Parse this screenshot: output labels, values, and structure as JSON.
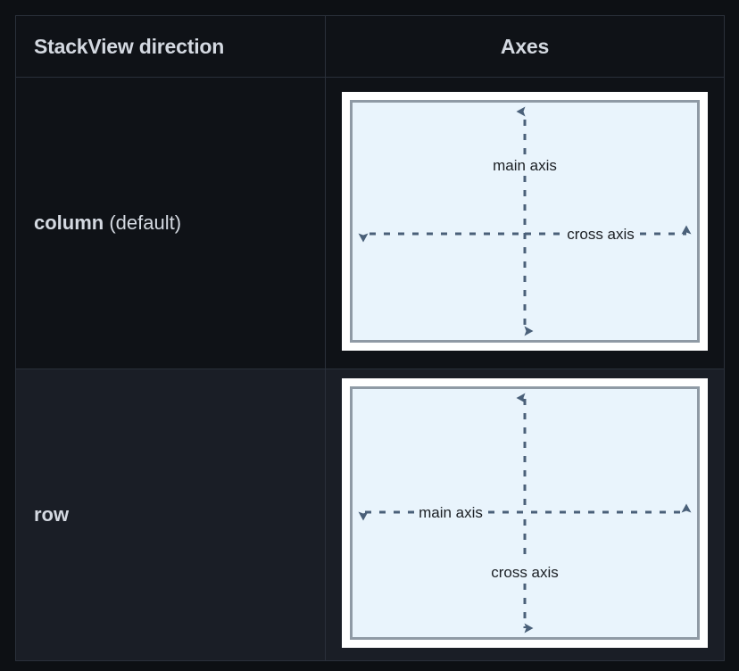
{
  "table": {
    "headers": [
      {
        "label": "StackView direction",
        "name": "header-stackview-direction"
      },
      {
        "label": "Axes",
        "name": "header-axes"
      }
    ],
    "rows": [
      {
        "direction_strong": "column",
        "direction_note": " (default)",
        "diagram": {
          "main_axis_label": "main axis",
          "cross_axis_label": "cross axis",
          "main_axis_orientation": "vertical",
          "cross_axis_orientation": "horizontal"
        }
      },
      {
        "direction_strong": "row",
        "direction_note": "",
        "diagram": {
          "main_axis_label": "main axis",
          "cross_axis_label": "cross axis",
          "main_axis_orientation": "horizontal",
          "cross_axis_orientation": "vertical"
        }
      }
    ]
  },
  "colors": {
    "page_background": "#0d1014",
    "row_1_background": "#0f1217",
    "row_2_background": "#1a1e26",
    "table_border": "#2a303a",
    "header_text": "#d4d9e1",
    "diagram_frame": "#ffffff",
    "diagram_fill": "#e9f4fc",
    "diagram_border": "#8f9aa5",
    "arrow": "#4a6079",
    "axis_label_text": "#1b1f24"
  }
}
